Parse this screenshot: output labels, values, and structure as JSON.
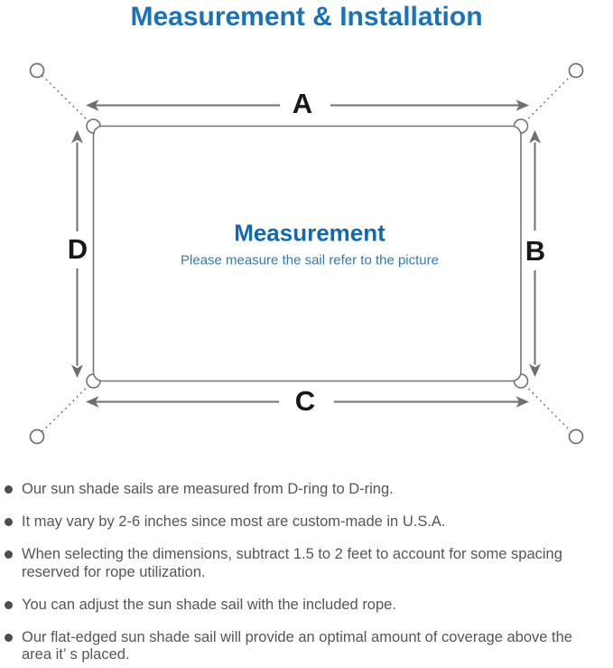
{
  "title": "Measurement & Installation",
  "diagram": {
    "labels": {
      "a": "A",
      "b": "B",
      "c": "C",
      "d": "D"
    },
    "center_title": "Measurement",
    "center_subtitle": "Please measure the sail refer to the picture"
  },
  "notes": [
    "Our sun shade sails are measured from D-ring to D-ring.",
    "It may vary by 2-6 inches since most are custom-made in U.S.A.",
    "When selecting the dimensions, subtract 1.5 to 2 feet to account for some spacing reserved for rope utilization.",
    "You can adjust the sun shade sail with the included rope.",
    "Our flat-edged sun shade sail will provide an optimal amount of coverage above the area it’ s placed."
  ],
  "colors": {
    "title_blue": "#1a73ba",
    "center_heading_blue": "#1269b1",
    "center_subtitle_blue": "#2e7cb9",
    "diagram_line_gray": "#6f6f6f",
    "dimension_label_black": "#181818",
    "note_text_gray": "#565656",
    "bullet_dot_gray": "#4d4d4d"
  }
}
